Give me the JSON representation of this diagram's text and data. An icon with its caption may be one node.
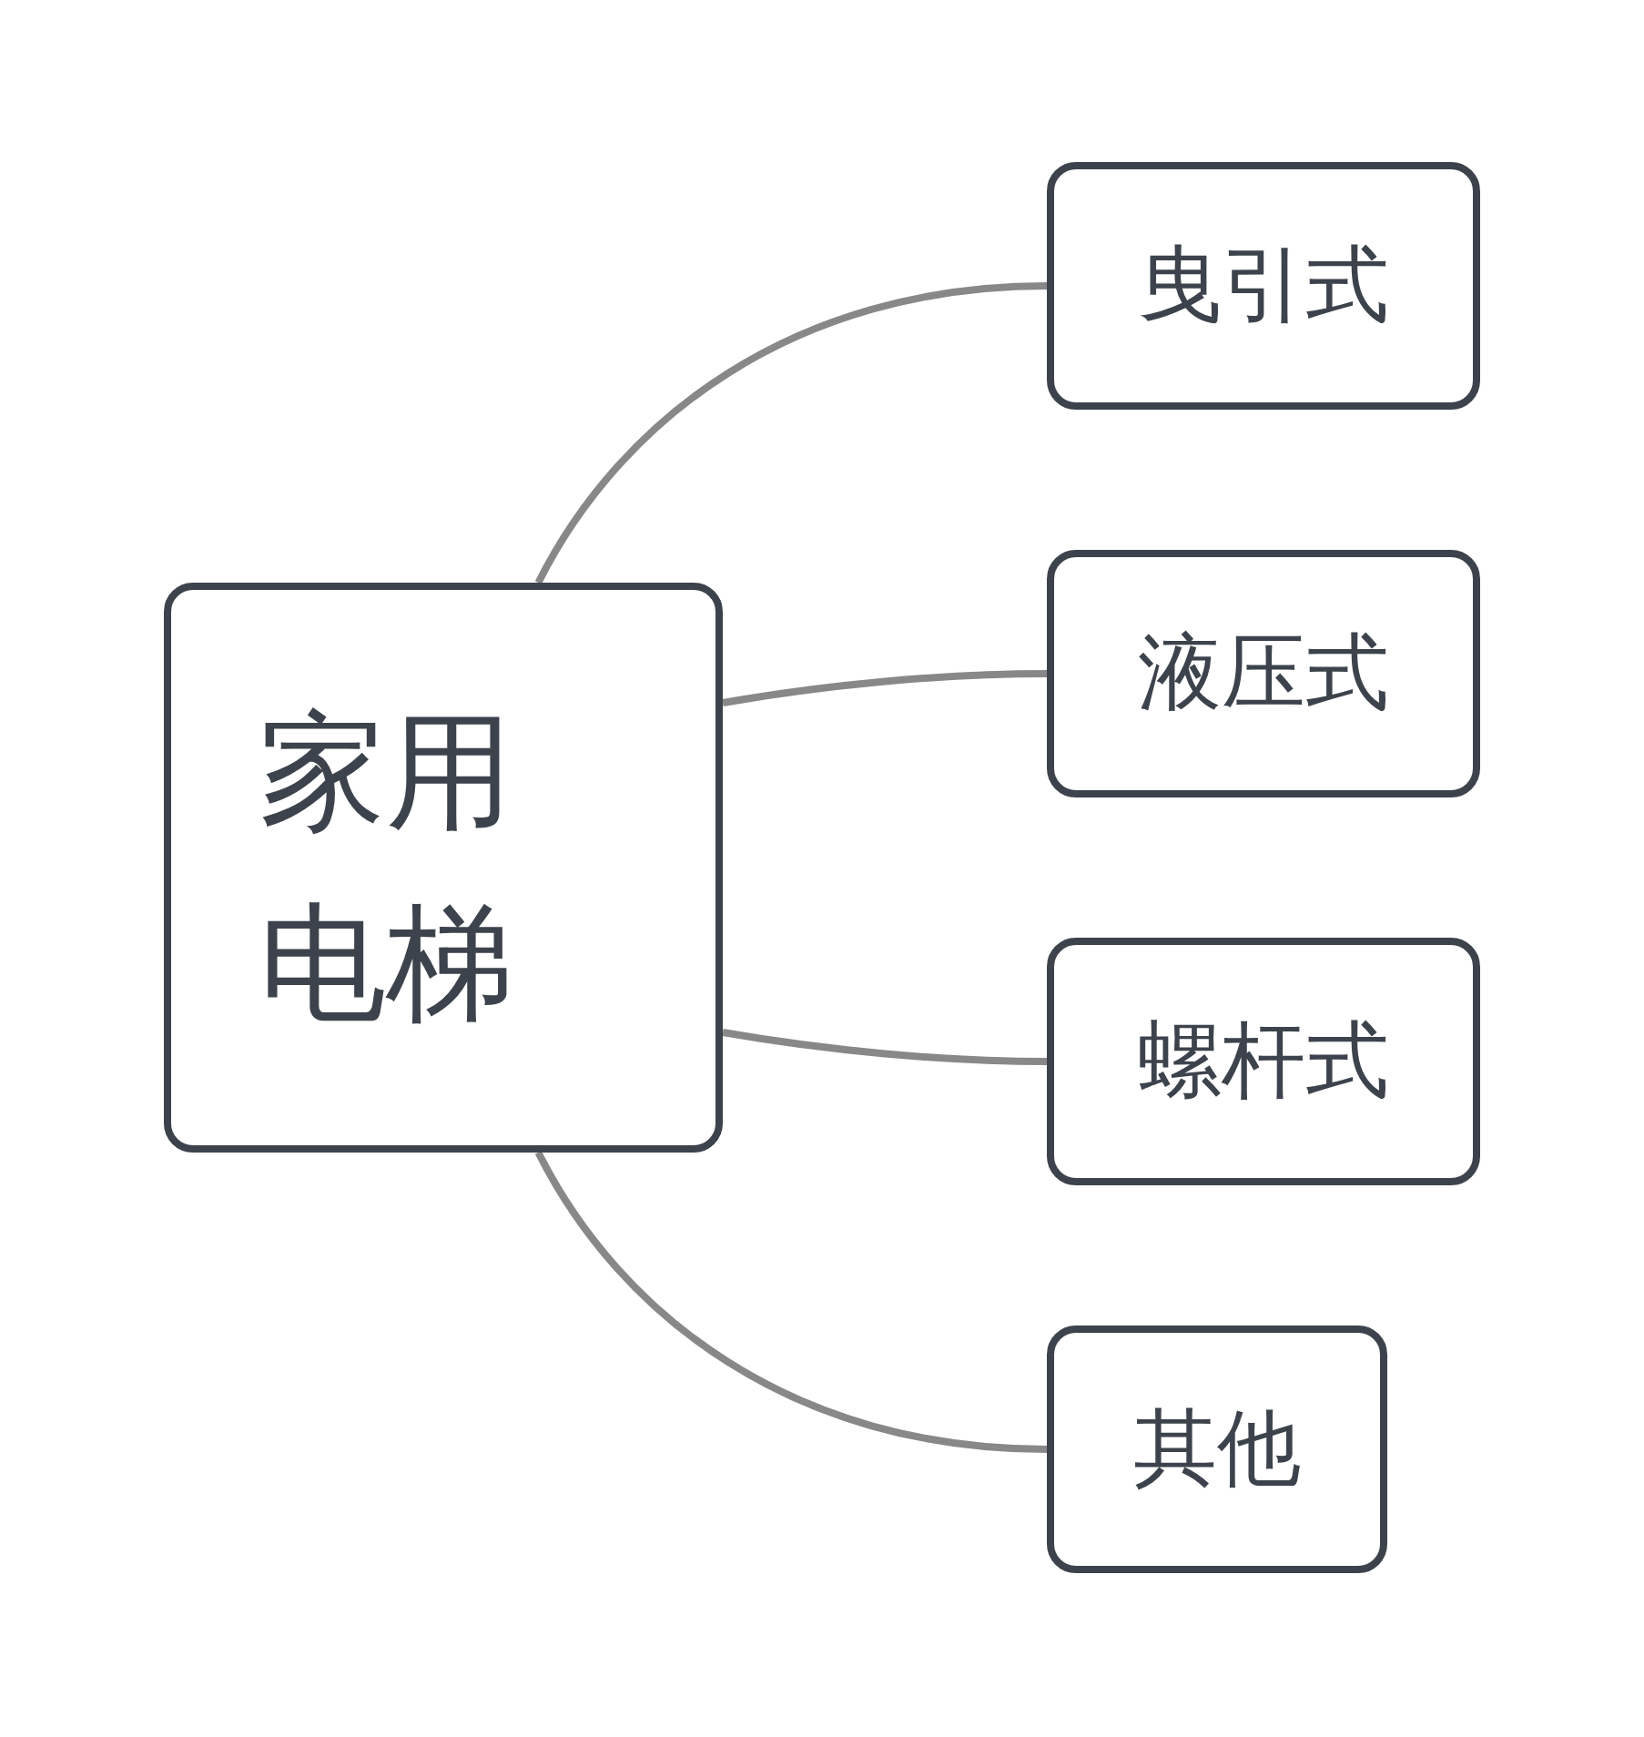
{
  "diagram": {
    "nodes": [
      {
        "text": [
          "家用电梯"
        ]
      },
      {
        "text": [
          "曳引式"
        ]
      },
      {
        "text": [
          "液压式"
        ]
      },
      {
        "text": [
          "螺杆式"
        ]
      },
      {
        "text": [
          "其他"
        ]
      }
    ],
    "edges": [
      {
        "from": 0,
        "to": 1,
        "arrow": "none"
      },
      {
        "from": 0,
        "to": 2,
        "arrow": "none"
      },
      {
        "from": 0,
        "to": 3,
        "arrow": "none"
      },
      {
        "from": 0,
        "to": 4,
        "arrow": "none"
      }
    ]
  }
}
